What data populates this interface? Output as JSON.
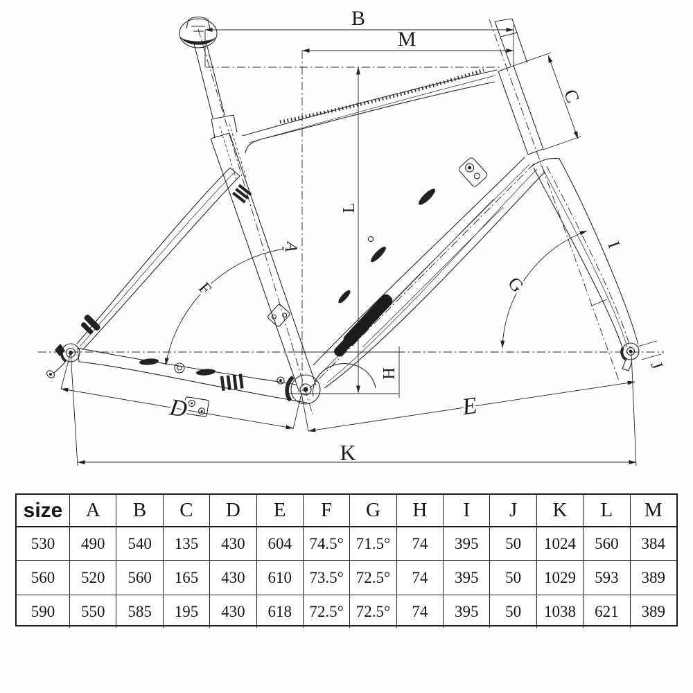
{
  "diagram": {
    "labels": {
      "a": "A",
      "b": "B",
      "c": "C",
      "d": "D",
      "e": "E",
      "f": "F",
      "g": "G",
      "h": "H",
      "i": "I",
      "j": "J",
      "k": "K",
      "l": "L",
      "m": "M"
    }
  },
  "table": {
    "header": [
      "size",
      "A",
      "B",
      "C",
      "D",
      "E",
      "F",
      "G",
      "H",
      "I",
      "J",
      "K",
      "L",
      "M"
    ],
    "rows": [
      [
        "530",
        "490",
        "540",
        "135",
        "430",
        "604",
        "74.5°",
        "71.5°",
        "74",
        "395",
        "50",
        "1024",
        "560",
        "384"
      ],
      [
        "560",
        "520",
        "560",
        "165",
        "430",
        "610",
        "73.5°",
        "72.5°",
        "74",
        "395",
        "50",
        "1029",
        "593",
        "389"
      ],
      [
        "590",
        "550",
        "585",
        "195",
        "430",
        "618",
        "72.5°",
        "72.5°",
        "74",
        "395",
        "50",
        "1038",
        "621",
        "389"
      ]
    ]
  }
}
